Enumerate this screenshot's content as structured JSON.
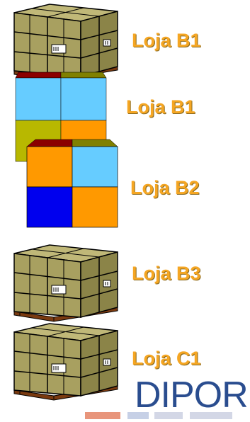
{
  "labels": {
    "pallet_1": "Loja B1",
    "stack_1": "Loja B1",
    "stack_2": "Loja B2",
    "pallet_2": "Loja B3",
    "pallet_3": "Loja C1"
  },
  "logo": {
    "text": "DIPOR"
  },
  "colors": {
    "label": "#f5a623",
    "box_face": "#a8a060",
    "box_side": "#8b8448",
    "box_top": "#c0b878",
    "pallet": "#7a3a10",
    "logo": "#2a4d8f",
    "stack1": [
      "#66ccff",
      "#66ccff",
      "#b8b800",
      "#ff9900",
      "#8b0000",
      "#808000"
    ],
    "stack2": [
      "#ff9900",
      "#66ccff",
      "#0000ee",
      "#ff9900",
      "#8b0000",
      "#808000"
    ]
  }
}
